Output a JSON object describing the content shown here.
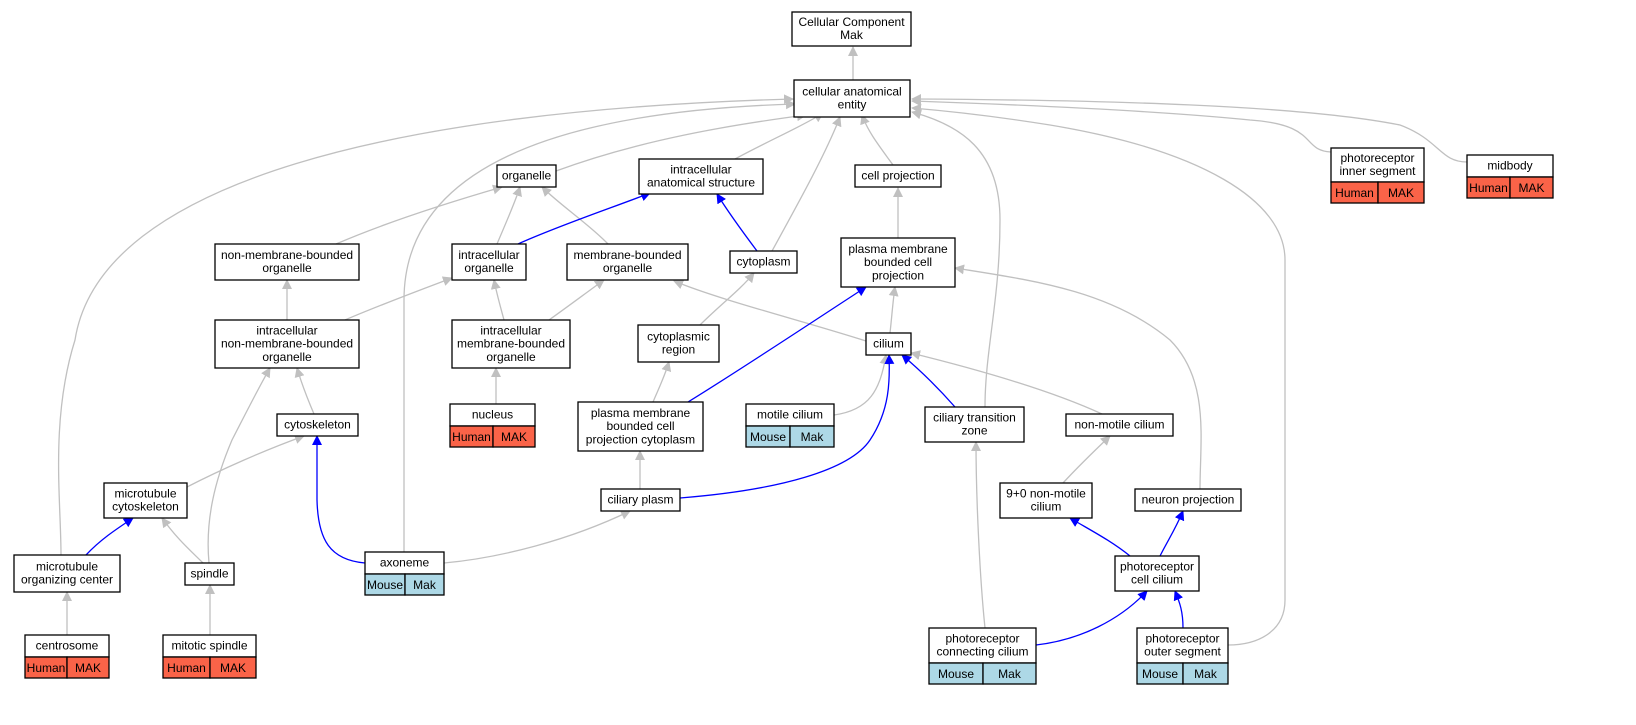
{
  "nodes": {
    "cc_mak": {
      "lines": [
        "Cellular Component",
        "Mak"
      ]
    },
    "cae": {
      "lines": [
        "cellular anatomical",
        "entity"
      ]
    },
    "organelle": {
      "lines": [
        "organelle"
      ]
    },
    "ias": {
      "lines": [
        "intracellular",
        "anatomical structure"
      ]
    },
    "cell_projection": {
      "lines": [
        "cell projection"
      ]
    },
    "pris": {
      "lines": [
        "photoreceptor",
        "inner segment"
      ],
      "species": "Human",
      "gene": "MAK"
    },
    "midbody": {
      "lines": [
        "midbody"
      ],
      "species": "Human",
      "gene": "MAK"
    },
    "nmbo": {
      "lines": [
        "non-membrane-bounded",
        "organelle"
      ]
    },
    "io": {
      "lines": [
        "intracellular",
        "organelle"
      ]
    },
    "mbo": {
      "lines": [
        "membrane-bounded",
        "organelle"
      ]
    },
    "cytoplasm": {
      "lines": [
        "cytoplasm"
      ]
    },
    "pmbcp": {
      "lines": [
        "plasma membrane",
        "bounded cell",
        "projection"
      ]
    },
    "inmbo": {
      "lines": [
        "intracellular",
        "non-membrane-bounded",
        "organelle"
      ]
    },
    "imbo": {
      "lines": [
        "intracellular",
        "membrane-bounded",
        "organelle"
      ]
    },
    "cyto_region": {
      "lines": [
        "cytoplasmic",
        "region"
      ]
    },
    "cilium": {
      "lines": [
        "cilium"
      ]
    },
    "nucleus": {
      "lines": [
        "nucleus"
      ],
      "species": "Human",
      "gene": "MAK"
    },
    "pmbcpc": {
      "lines": [
        "plasma membrane",
        "bounded cell",
        "projection cytoplasm"
      ]
    },
    "motile": {
      "lines": [
        "motile cilium"
      ],
      "species": "Mouse",
      "gene": "Mak"
    },
    "ctz": {
      "lines": [
        "ciliary transition",
        "zone"
      ]
    },
    "nonmotile": {
      "lines": [
        "non-motile cilium"
      ]
    },
    "cytoskeleton": {
      "lines": [
        "cytoskeleton"
      ]
    },
    "mt_cytoskeleton": {
      "lines": [
        "microtubule",
        "cytoskeleton"
      ]
    },
    "ciliary_plasm": {
      "lines": [
        "ciliary plasm"
      ]
    },
    "nm90": {
      "lines": [
        "9+0 non-motile",
        "cilium"
      ]
    },
    "neuron_projection": {
      "lines": [
        "neuron projection"
      ]
    },
    "mtoc": {
      "lines": [
        "microtubule",
        "organizing center"
      ]
    },
    "spindle": {
      "lines": [
        "spindle"
      ]
    },
    "axoneme": {
      "lines": [
        "axoneme"
      ],
      "species": "Mouse",
      "gene": "Mak"
    },
    "prcc": {
      "lines": [
        "photoreceptor",
        "cell cilium"
      ]
    },
    "centrosome": {
      "lines": [
        "centrosome"
      ],
      "species": "Human",
      "gene": "MAK"
    },
    "mitotic_spindle": {
      "lines": [
        "mitotic spindle"
      ],
      "species": "Human",
      "gene": "MAK"
    },
    "prconn": {
      "lines": [
        "photoreceptor",
        "connecting cilium"
      ],
      "species": "Mouse",
      "gene": "Mak"
    },
    "pros": {
      "lines": [
        "photoreceptor",
        "outer segment"
      ],
      "species": "Mouse",
      "gene": "Mak"
    }
  },
  "edges": [
    {
      "from": "cae",
      "to": "cc_mak",
      "type": "is_a"
    },
    {
      "from": "organelle",
      "to": "cae",
      "type": "is_a"
    },
    {
      "from": "ias",
      "to": "cae",
      "type": "is_a"
    },
    {
      "from": "cell_projection",
      "to": "cae",
      "type": "is_a"
    },
    {
      "from": "pris",
      "to": "cae",
      "type": "is_a"
    },
    {
      "from": "midbody",
      "to": "cae",
      "type": "is_a"
    },
    {
      "from": "cytoplasm",
      "to": "cae",
      "type": "is_a"
    },
    {
      "from": "mtoc",
      "to": "cae",
      "type": "is_a"
    },
    {
      "from": "axoneme",
      "to": "cae",
      "type": "is_a"
    },
    {
      "from": "ctz",
      "to": "cae",
      "type": "is_a"
    },
    {
      "from": "pros",
      "to": "cae",
      "type": "is_a"
    },
    {
      "from": "nmbo",
      "to": "organelle",
      "type": "is_a"
    },
    {
      "from": "io",
      "to": "organelle",
      "type": "is_a"
    },
    {
      "from": "mbo",
      "to": "organelle",
      "type": "is_a"
    },
    {
      "from": "io",
      "to": "ias",
      "type": "part_of"
    },
    {
      "from": "cytoplasm",
      "to": "ias",
      "type": "part_of"
    },
    {
      "from": "pmbcp",
      "to": "cell_projection",
      "type": "is_a"
    },
    {
      "from": "inmbo",
      "to": "nmbo",
      "type": "is_a"
    },
    {
      "from": "inmbo",
      "to": "io",
      "type": "is_a"
    },
    {
      "from": "imbo",
      "to": "io",
      "type": "is_a"
    },
    {
      "from": "imbo",
      "to": "mbo",
      "type": "is_a"
    },
    {
      "from": "cilium",
      "to": "mbo",
      "type": "is_a"
    },
    {
      "from": "cyto_region",
      "to": "cytoplasm",
      "type": "is_a"
    },
    {
      "from": "cilium",
      "to": "pmbcp",
      "type": "is_a"
    },
    {
      "from": "pmbcpc",
      "to": "pmbcp",
      "type": "part_of"
    },
    {
      "from": "neuron_projection",
      "to": "pmbcp",
      "type": "is_a"
    },
    {
      "from": "nucleus",
      "to": "imbo",
      "type": "is_a"
    },
    {
      "from": "pmbcpc",
      "to": "cyto_region",
      "type": "is_a"
    },
    {
      "from": "motile",
      "to": "cilium",
      "type": "is_a"
    },
    {
      "from": "nonmotile",
      "to": "cilium",
      "type": "is_a"
    },
    {
      "from": "ctz",
      "to": "cilium",
      "type": "part_of"
    },
    {
      "from": "ciliary_plasm",
      "to": "cilium",
      "type": "part_of"
    },
    {
      "from": "cytoskeleton",
      "to": "inmbo",
      "type": "is_a"
    },
    {
      "from": "spindle",
      "to": "inmbo",
      "type": "is_a"
    },
    {
      "from": "mt_cytoskeleton",
      "to": "cytoskeleton",
      "type": "is_a"
    },
    {
      "from": "axoneme",
      "to": "cytoskeleton",
      "type": "part_of"
    },
    {
      "from": "ciliary_plasm",
      "to": "pmbcpc",
      "type": "is_a"
    },
    {
      "from": "nm90",
      "to": "nonmotile",
      "type": "is_a"
    },
    {
      "from": "mtoc",
      "to": "mt_cytoskeleton",
      "type": "part_of"
    },
    {
      "from": "spindle",
      "to": "mt_cytoskeleton",
      "type": "part_of"
    },
    {
      "from": "axoneme",
      "to": "ciliary_plasm",
      "type": "part_of"
    },
    {
      "from": "prcc",
      "to": "nm90",
      "type": "is_a"
    },
    {
      "from": "prcc",
      "to": "neuron_projection",
      "type": "is_a"
    },
    {
      "from": "centrosome",
      "to": "mtoc",
      "type": "is_a"
    },
    {
      "from": "mitotic_spindle",
      "to": "spindle",
      "type": "is_a"
    },
    {
      "from": "prconn",
      "to": "ctz",
      "type": "is_a"
    },
    {
      "from": "prconn",
      "to": "prcc",
      "type": "part_of"
    },
    {
      "from": "pros",
      "to": "prcc",
      "type": "part_of"
    }
  ],
  "colors": {
    "is_a_edge": "#c0c0c0",
    "part_of_edge": "#0000ff",
    "human_annotation": "#fa6348",
    "mouse_annotation": "#add8e6"
  }
}
